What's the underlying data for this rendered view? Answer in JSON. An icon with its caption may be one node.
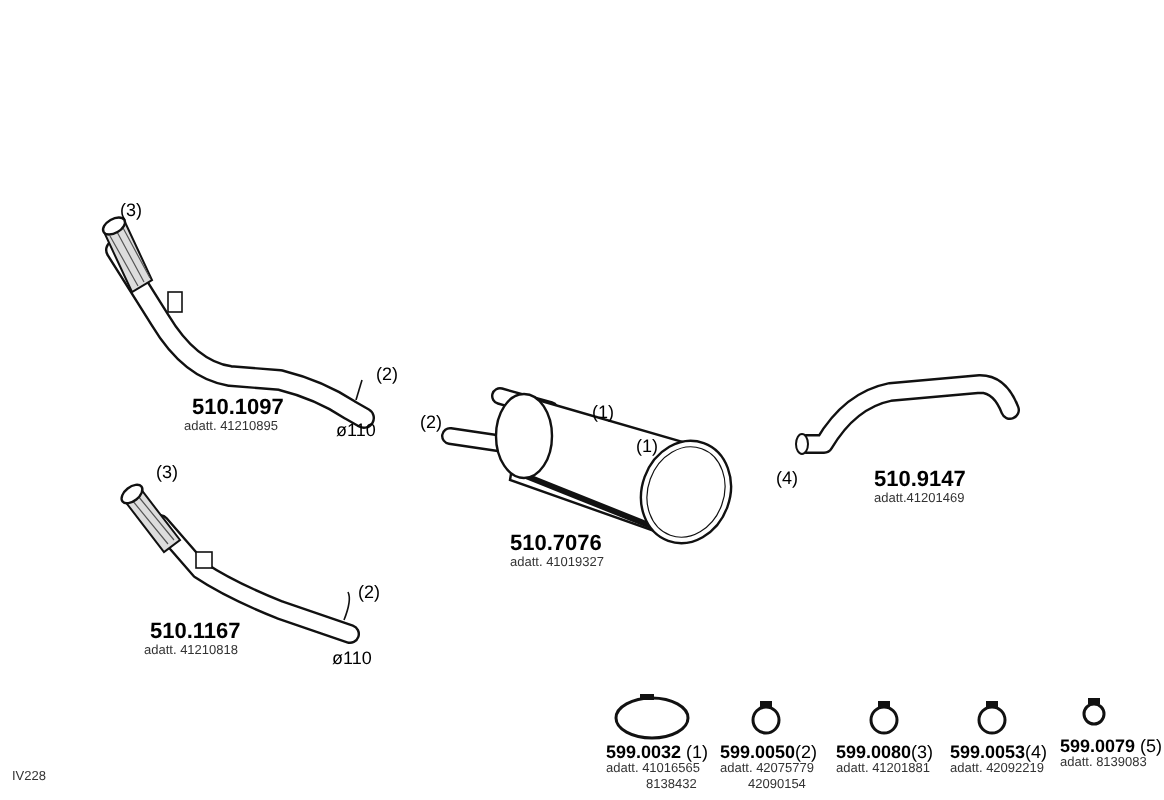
{
  "diagram": {
    "labels": [
      "(3)",
      "(2)",
      "510.1097",
      "adatt. 41210895",
      "ø110",
      "(2)",
      "(1)",
      "(1)",
      "510.9147",
      "adatt.41201469",
      "(4)",
      "(3)",
      "(2)",
      "510.7076",
      "adatt. 41019327",
      "510.1167",
      "adatt. 41210818",
      "ø110",
      "**599.0032** (1)",
      "adatt. 41016565",
      "8138432",
      "**599.0050**(2)",
      "adatt. 42075779",
      "42090154",
      "**599.0080**(3)",
      "adatt. 41201881",
      "**599.0053**(4)",
      "adatt. 42092219",
      "**599.0079** (5)",
      "adatt. 8139083",
      "IV228"
    ]
  }
}
